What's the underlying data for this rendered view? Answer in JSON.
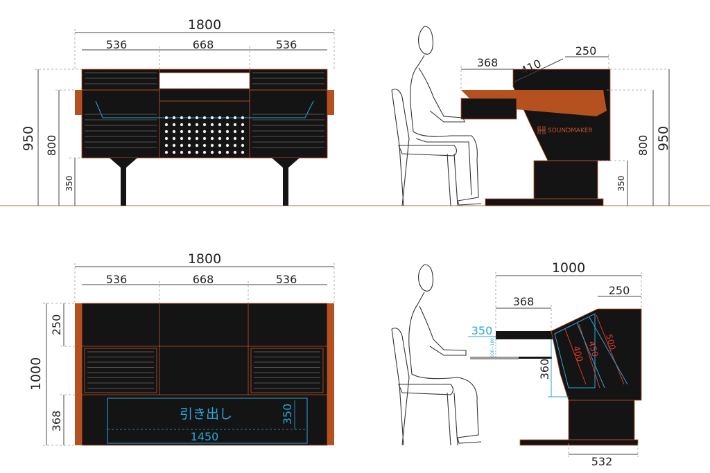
{
  "colors": {
    "wood": "#b5501f",
    "panel": "#141414",
    "accent_blue": "#2aa6d8",
    "accent_red": "#e03a2a",
    "ground": "#c98a6a"
  },
  "front_view": {
    "total_width": "1800",
    "sections": [
      "536",
      "668",
      "536"
    ],
    "height_total": "950",
    "height_desk": "800",
    "height_leg": "350"
  },
  "side_view": {
    "top_depth": "368",
    "slope_depth": "410",
    "rear_depth": "250",
    "height_desk": "800",
    "height_total": "950",
    "height_leg": "350",
    "logo": "SOUNDMAKER"
  },
  "plan_view": {
    "total_width": "1800",
    "sections": [
      "536",
      "668",
      "536"
    ],
    "depth_total": "1000",
    "depth_rear": "250",
    "depth_front": "368",
    "drawer_label": "引き出し",
    "drawer_depth": "350",
    "drawer_width": "1450"
  },
  "side_view_2": {
    "total_depth": "1000",
    "top_depth": "368",
    "rear_depth": "250",
    "drawer_depth": "350",
    "tray_range": "100~180",
    "knee_height": "360",
    "rack_lengths": [
      "400",
      "450",
      "500"
    ],
    "base_depth": "532"
  }
}
